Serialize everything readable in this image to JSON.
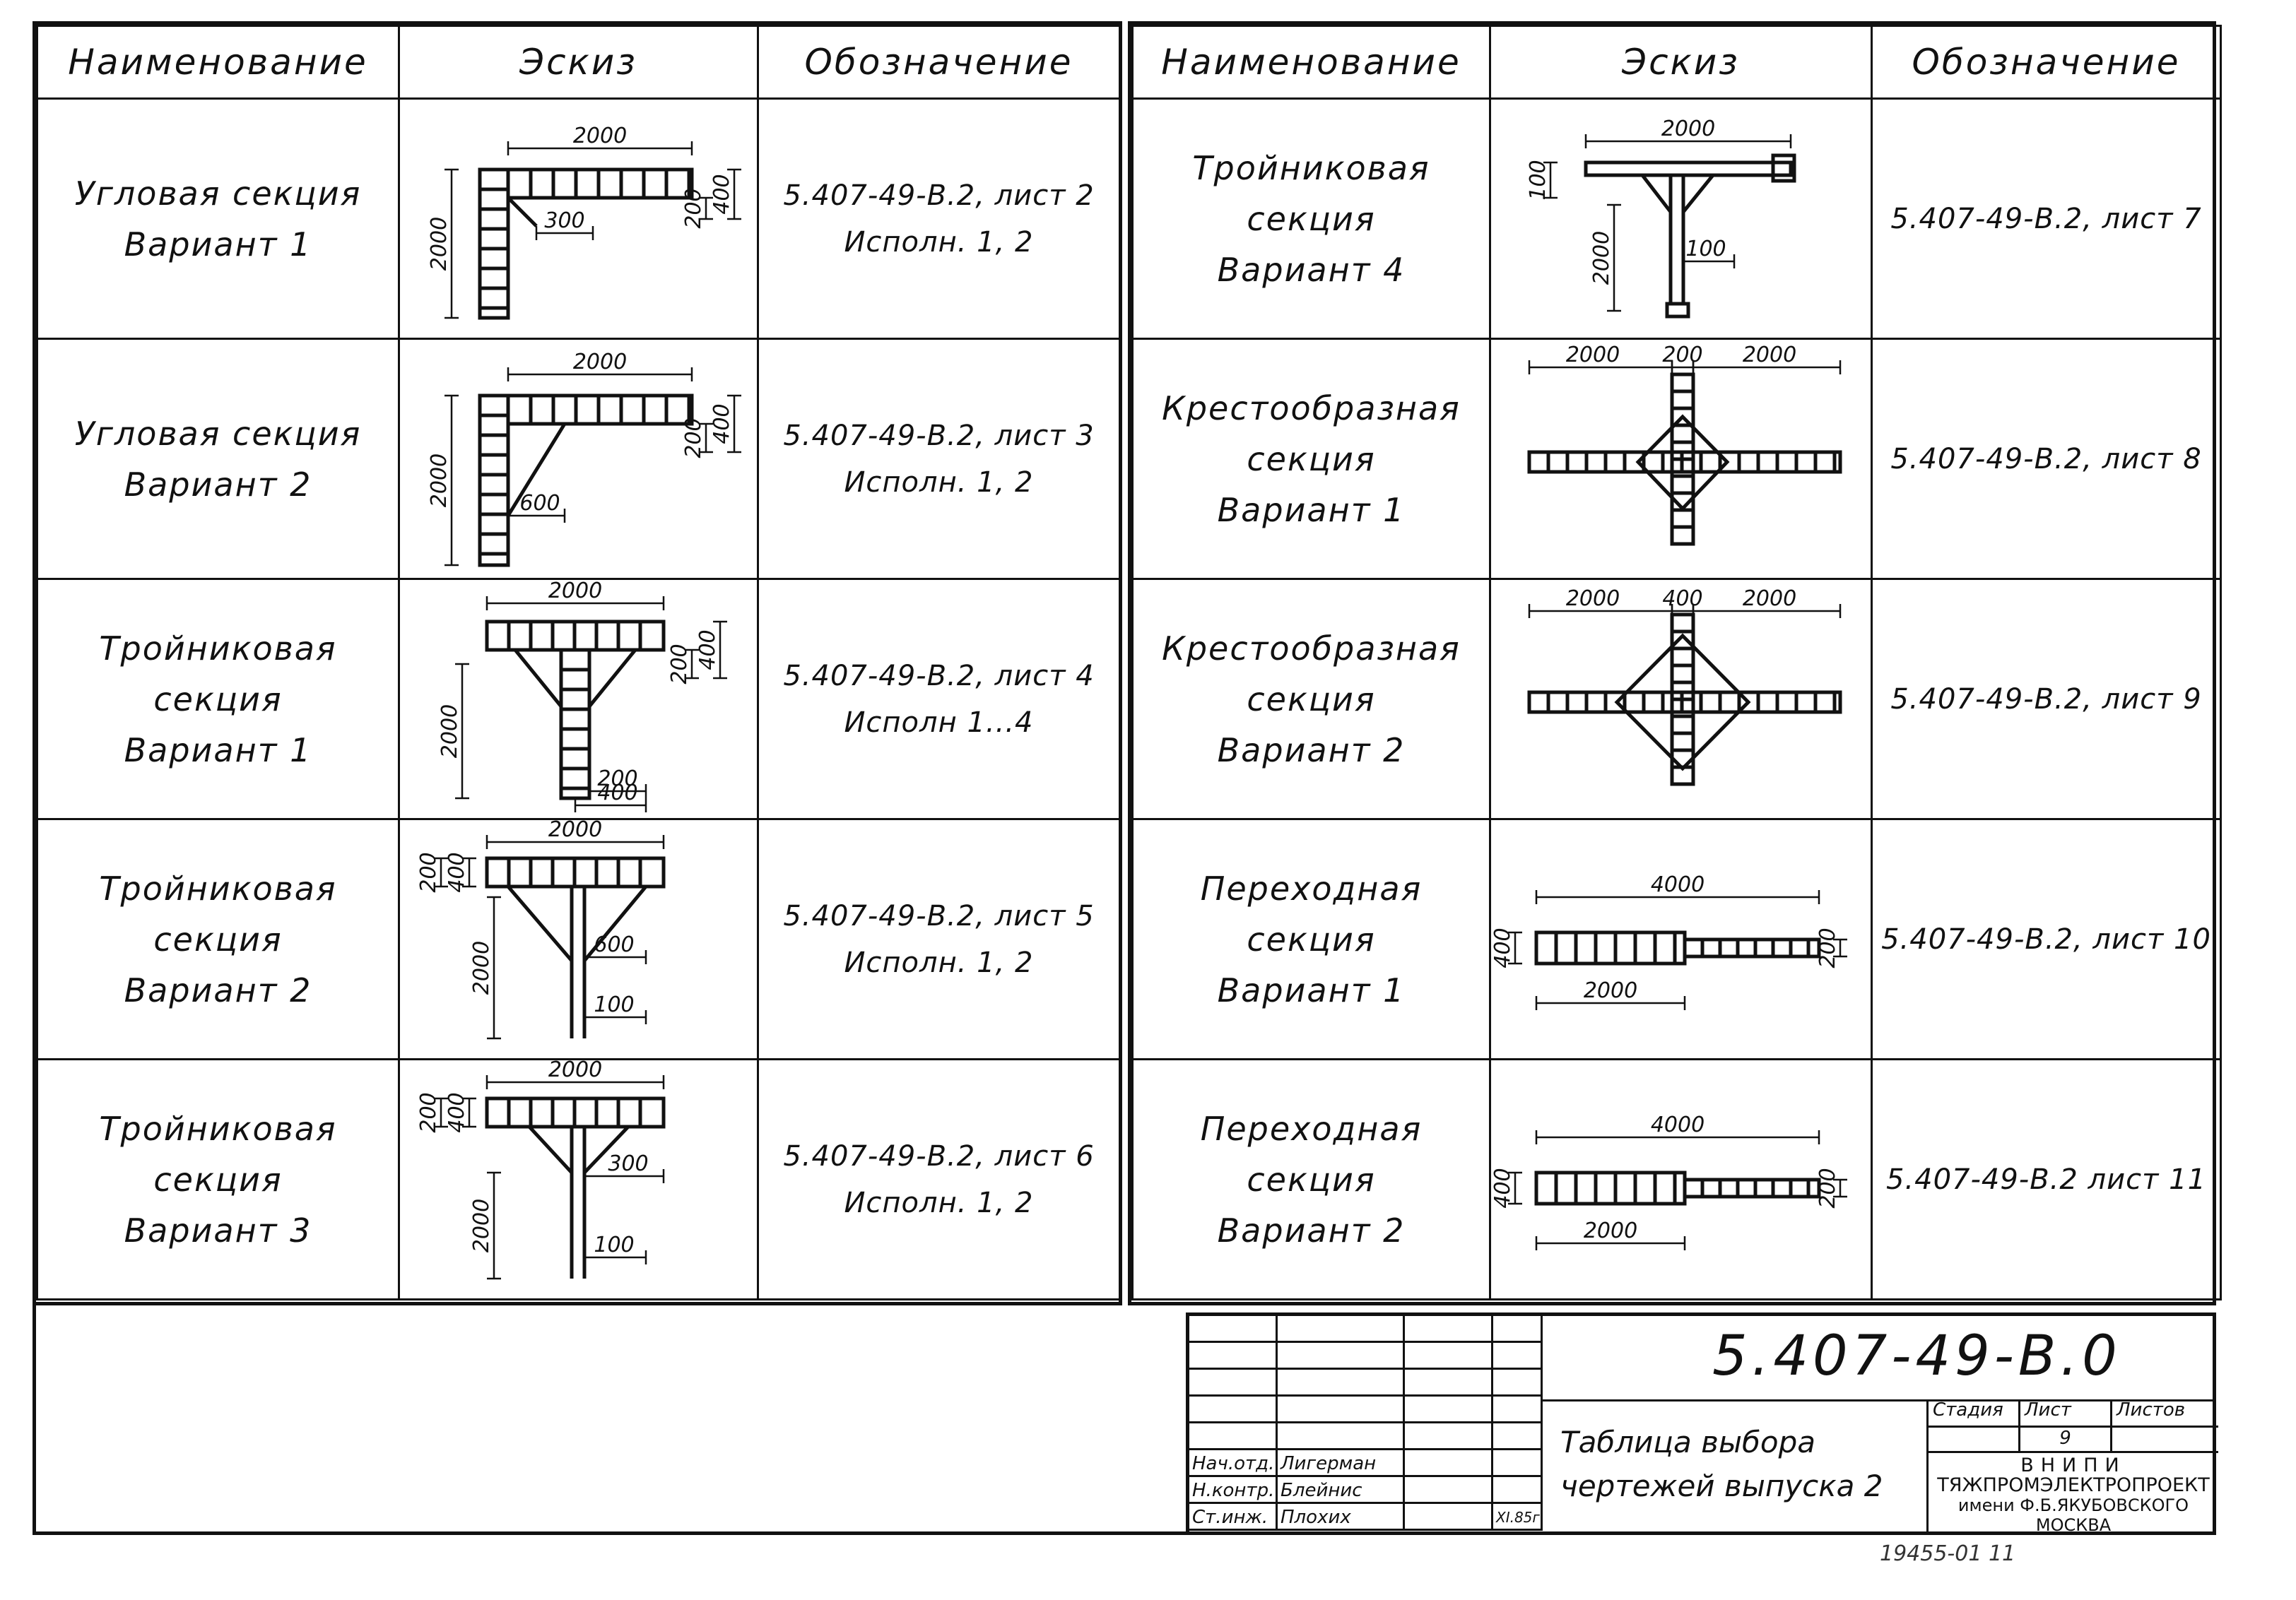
{
  "headers": {
    "name": "Наименование",
    "sketch": "Эскиз",
    "designation": "Обозначение"
  },
  "left_rows": [
    {
      "name": [
        "Угловая секция",
        "Вариант 1"
      ],
      "designation": [
        "5.407-49-В.2, лист 2",
        "Исполн. 1, 2"
      ],
      "dims": [
        "2000",
        "300",
        "2000",
        "200",
        "400"
      ]
    },
    {
      "name": [
        "Угловая секция",
        "Вариант 2"
      ],
      "designation": [
        "5.407-49-В.2, лист 3",
        "Исполн. 1, 2"
      ],
      "dims": [
        "2000",
        "600",
        "2000",
        "200",
        "400"
      ]
    },
    {
      "name": [
        "Тройниковая секция",
        "Вариант 1"
      ],
      "designation": [
        "5.407-49-В.2, лист 4",
        "Исполн 1...4"
      ],
      "dims": [
        "2000",
        "2000",
        "200",
        "400",
        "200",
        "400"
      ]
    },
    {
      "name": [
        "Тройниковая секция",
        "Вариант 2"
      ],
      "designation": [
        "5.407-49-В.2, лист 5",
        "Исполн. 1, 2"
      ],
      "dims": [
        "2000",
        "200",
        "400",
        "2000",
        "600",
        "100"
      ]
    },
    {
      "name": [
        "Тройниковая секция",
        "Вариант 3"
      ],
      "designation": [
        "5.407-49-В.2, лист 6",
        "Исполн. 1, 2"
      ],
      "dims": [
        "2000",
        "200",
        "400",
        "2000",
        "300",
        "100"
      ]
    }
  ],
  "right_rows": [
    {
      "name": [
        "Тройниковая секция",
        "Вариант 4"
      ],
      "designation": [
        "5.407-49-В.2, лист 7"
      ],
      "dims": [
        "2000",
        "100",
        "2000",
        "100"
      ]
    },
    {
      "name": [
        "Крестообразная",
        "секция",
        "Вариант 1"
      ],
      "designation": [
        "5.407-49-В.2, лист 8"
      ],
      "dims": [
        "2000",
        "200",
        "2000"
      ]
    },
    {
      "name": [
        "Крестообразная",
        "секция",
        "Вариант 2"
      ],
      "designation": [
        "5.407-49-В.2, лист 9"
      ],
      "dims": [
        "2000",
        "400",
        "2000"
      ]
    },
    {
      "name": [
        "Переходная секция",
        "Вариант 1"
      ],
      "designation": [
        "5.407-49-В.2, лист 10"
      ],
      "dims": [
        "4000",
        "400",
        "2000",
        "200"
      ]
    },
    {
      "name": [
        "Переходная секция",
        "Вариант 2"
      ],
      "designation": [
        "5.407-49-В.2 лист 11"
      ],
      "dims": [
        "4000",
        "400",
        "2000",
        "200"
      ]
    }
  ],
  "title_block": {
    "code": "5.407-49-В.0",
    "title": [
      "Таблица выбора",
      "чертежей выпуска 2"
    ],
    "stage_label": "Стадия",
    "sheet_label": "Лист",
    "sheets_label": "Листов",
    "sheet_value": "9",
    "org": [
      "ВНИПИ",
      "ТЯЖПРОМЭЛЕКТРОПРОЕКТ",
      "имени Ф.Б.ЯКУБОВСКОГО",
      "МОСКВА"
    ],
    "roles": [
      "Нач.отд.",
      "Н.контр.",
      "Ст.инж."
    ],
    "people": [
      "Лигерман",
      "Блейнис",
      "Плохих"
    ],
    "date": "XI.85г."
  },
  "archive_number": "19455-01 11"
}
